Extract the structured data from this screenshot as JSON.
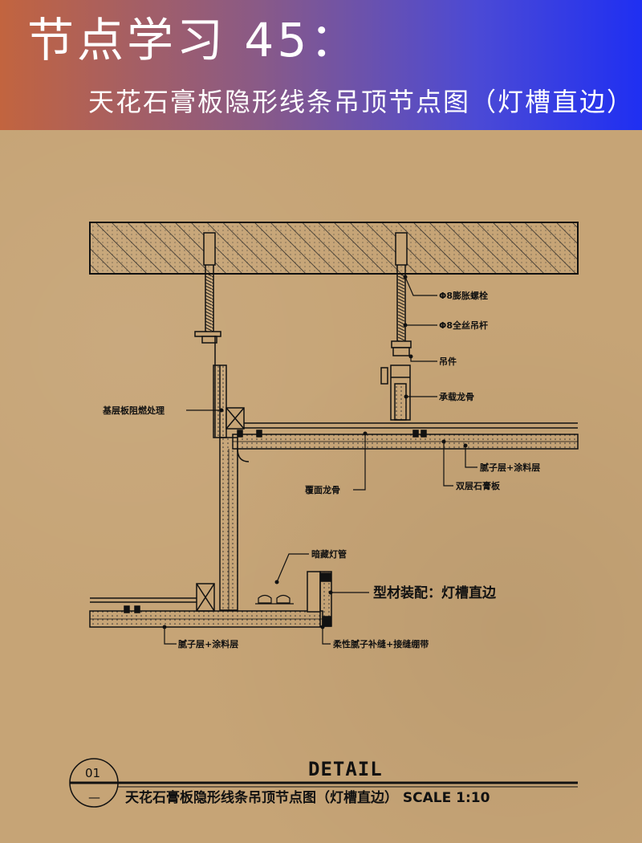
{
  "header": {
    "title": "节点学习 45：",
    "subtitle": "天花石膏板隐形线条吊顶节点图（灯槽直边）"
  },
  "labels": {
    "bolt": "Φ8膨胀螺栓",
    "rod": "Φ8全丝吊杆",
    "hanger": "吊件",
    "main_keel": "承载龙骨",
    "base_board": "基层板阻燃处理",
    "putty_top": "腻子层+涂料层",
    "double_board": "双层石膏板",
    "cover_keel": "覆面龙骨",
    "lamp": "暗藏灯管",
    "profile": "型材装配：灯槽直边",
    "putty_bottom": "腻子层+涂料层",
    "seam": "柔性腻子补缝+接缝绷带"
  },
  "footer": {
    "detail": "DETAIL",
    "number": "01",
    "dash": "—",
    "caption": "天花石膏板隐形线条吊顶节点图（灯槽直边） SCALE 1:10"
  },
  "colors": {
    "line": "#111111",
    "header_left": "#c2643f",
    "header_right": "#1f2ff2"
  }
}
